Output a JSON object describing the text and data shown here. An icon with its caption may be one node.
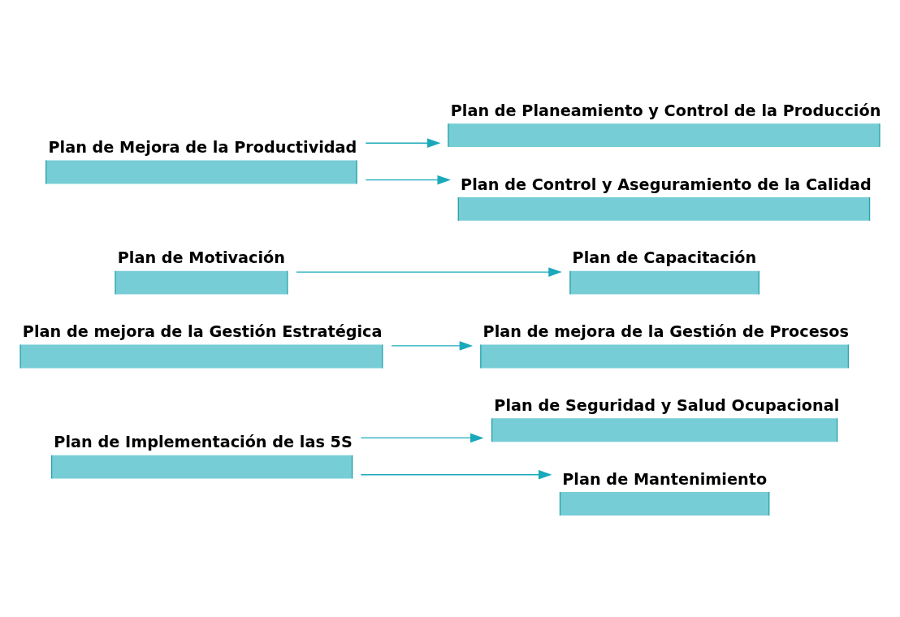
{
  "diagram": {
    "nodes": [
      {
        "text": [
          "Plan de Implementación de las 5S"
        ]
      },
      {
        "text": [
          "Plan de mejora de la Gestión Estratégica"
        ]
      },
      {
        "text": [
          "Plan de Motivación"
        ]
      },
      {
        "text": [
          "Plan de Capacitación"
        ]
      },
      {
        "text": [
          "Plan de mejora de la Gestión de Procesos"
        ]
      },
      {
        "text": [
          "Plan de Seguridad y Salud Ocupacional"
        ]
      },
      {
        "text": [
          "Plan de Mantenimiento"
        ]
      },
      {
        "text": [
          "Plan de Mejora de la Productividad"
        ]
      },
      {
        "text": [
          "Plan de Planeamiento y Control de la Producción"
        ]
      },
      {
        "text": [
          "Plan de Control y Aseguramiento de la Calidad"
        ]
      }
    ],
    "edges": [
      {
        "from": 0,
        "to": 5,
        "arrow": "to"
      },
      {
        "from": 0,
        "to": 6,
        "arrow": "to"
      },
      {
        "from": 1,
        "to": 4,
        "arrow": "to"
      },
      {
        "from": 2,
        "to": 3,
        "arrow": "to"
      },
      {
        "from": 7,
        "to": 8,
        "arrow": "to"
      },
      {
        "from": 7,
        "to": 9,
        "arrow": "to"
      }
    ]
  }
}
